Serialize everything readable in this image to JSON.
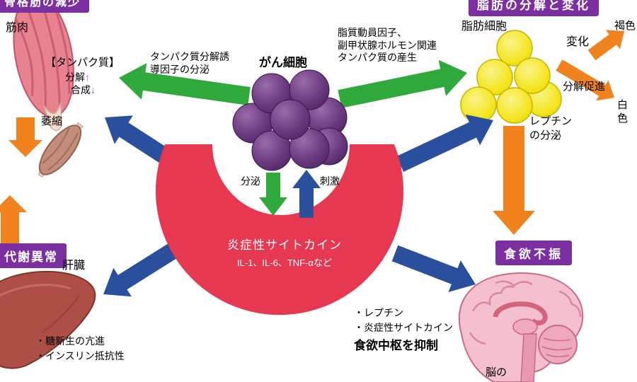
{
  "colors": {
    "banner": "#7B2FA0",
    "green": "#2FA83C",
    "blue": "#2A4F9C",
    "orange": "#F0831E",
    "red": "#E73851"
  },
  "banners": {
    "skeletal_muscle": "骨格筋の減少",
    "fat_change": "脂肪の分解と変化",
    "metabolic": "代謝異常",
    "anorexia": "食欲不振"
  },
  "left": {
    "muscle_label": "筋肉",
    "protein_header": "【タンパク質】",
    "decomposition": "分解",
    "decomposition_arrow": "↑",
    "synthesis": "合成",
    "synthesis_arrow": "↓",
    "atrophy": "萎縮",
    "liver_label": "肝臓",
    "liver_note1": "・糖新生の亢進",
    "liver_note2": "・インスリン抵抗性"
  },
  "center": {
    "cancer_label": "がん細胞",
    "left_factor": "タンパク質分解誘\n導因子の分泌",
    "right_factor": "脂質動員因子、\n副甲状腺ホルモン関連\nタンパク質の産生",
    "secretion": "分泌",
    "stimulation": "刺激",
    "cytokine_title": "炎症性サイトカイン",
    "cytokine_sub": "IL-1、IL-6、TNF-αなど"
  },
  "right": {
    "fat_label": "脂肪細胞",
    "change": "変化",
    "brown": "褐色",
    "decomp_promote": "分解促進",
    "white": "白色",
    "leptin": "レプチン\nの分泌"
  },
  "bottom_right": {
    "note1": "・レプチン",
    "note2": "・炎症性サイトカイン",
    "appetite": "食欲中枢を抑制",
    "brain": "脳の"
  }
}
